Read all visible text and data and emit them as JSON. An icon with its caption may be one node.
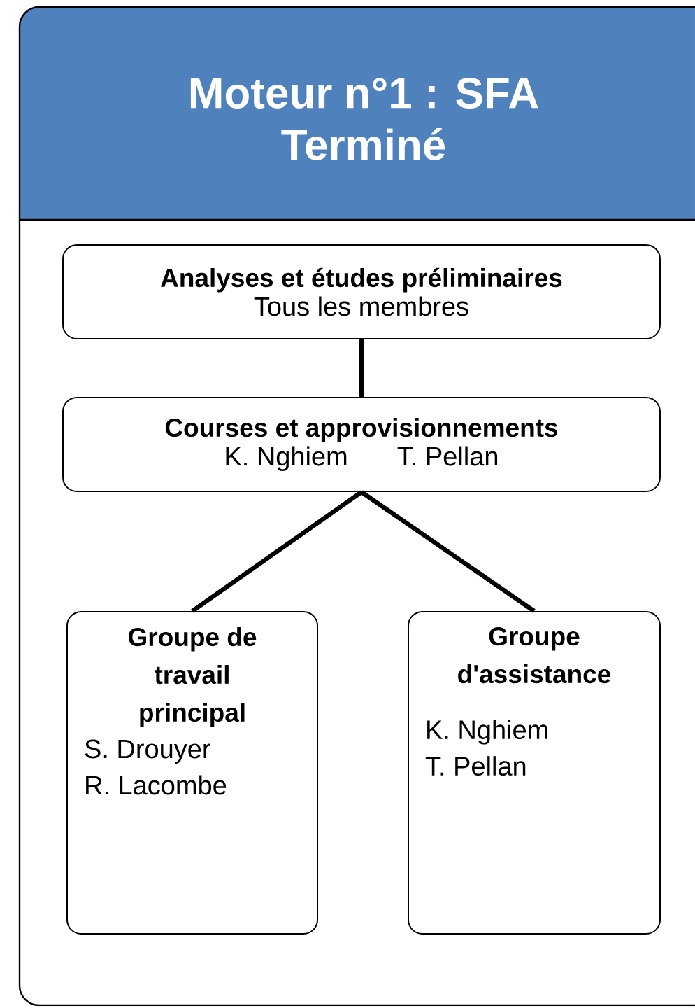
{
  "diagram": {
    "nodes": [
      {
        "text": [
          "Moteur n°1 : SFA Terminé"
        ]
      },
      {
        "text": [
          "Analyses et études préliminaires",
          "Tous les membres"
        ],
        "in": 0
      },
      {
        "text": [
          "Courses et approvisionnements",
          "K. Nghiem",
          "T. Pellan"
        ],
        "in": 0
      },
      {
        "text": [
          "Groupe de travail principal",
          "S. Drouyer",
          "R. Lacombe"
        ],
        "in": 0
      },
      {
        "text": [
          "Groupe d'assistance",
          "K. Nghiem",
          "T. Pellan"
        ],
        "in": 0
      }
    ],
    "edges": [
      {
        "from": 1,
        "to": 2,
        "arrow": "none"
      },
      {
        "from": 2,
        "to": 3,
        "arrow": "none"
      },
      {
        "from": 2,
        "to": 4,
        "arrow": "none"
      }
    ]
  }
}
